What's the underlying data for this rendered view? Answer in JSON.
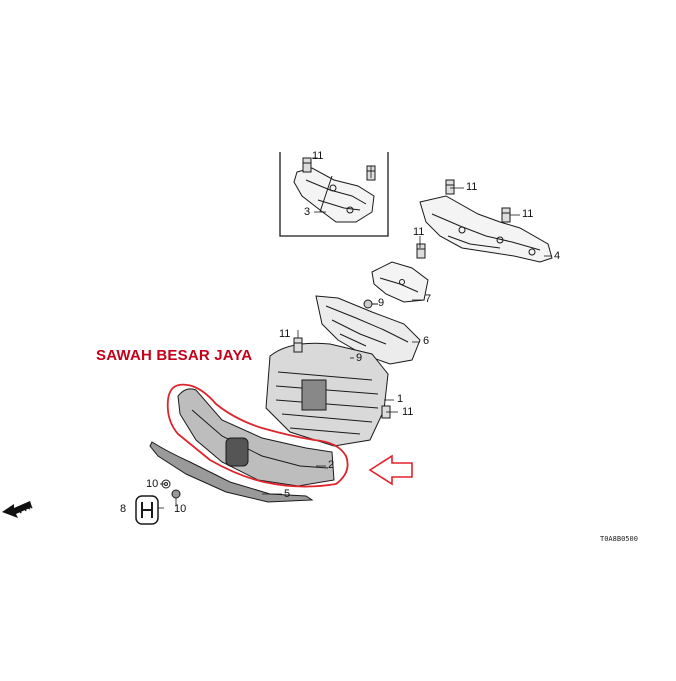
{
  "watermark": "SAWAH BESAR JAYA",
  "diagram_code": "T0A8B0500",
  "direction_label": "FR.",
  "callouts": {
    "n1": "1",
    "n2": "2",
    "n3": "3",
    "n4": "4",
    "n5": "5",
    "n6": "6",
    "n7": "7",
    "n8": "8",
    "n9a": "9",
    "n9b": "9",
    "n10a": "10",
    "n10b": "10",
    "n11a": "11",
    "n11b": "11",
    "n11c": "11",
    "n11d": "11",
    "n11e": "11",
    "n11f": "11",
    "n11g": "11"
  },
  "colors": {
    "highlight": "#e0242c",
    "linework": "#1a1a1a"
  }
}
